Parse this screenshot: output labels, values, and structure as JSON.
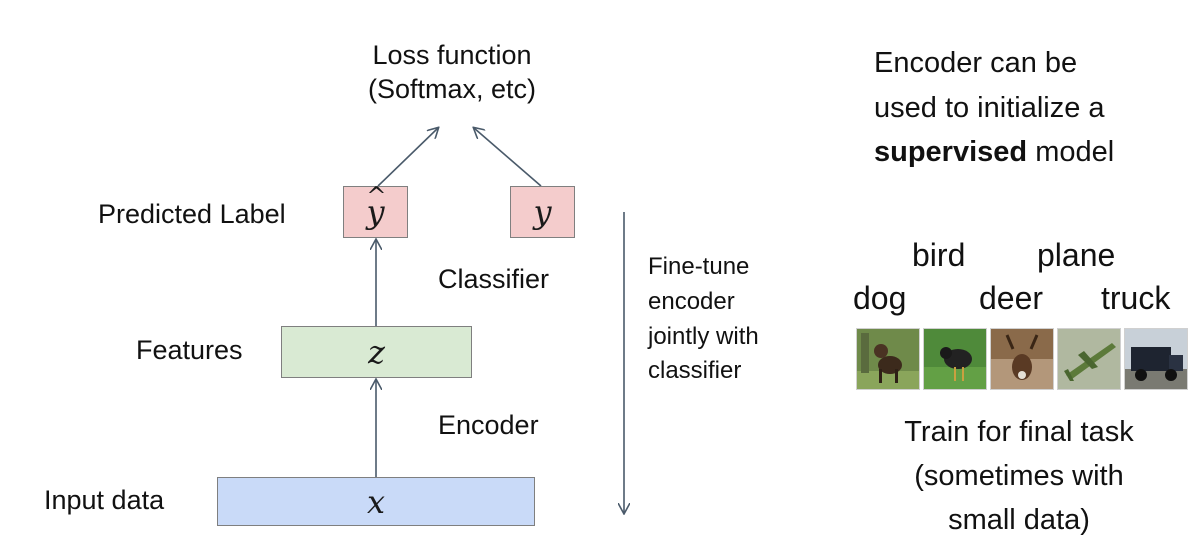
{
  "diagram": {
    "loss": {
      "line1": "Loss function",
      "line2": "(Softmax, etc)"
    },
    "predicted_label": "Predicted Label",
    "y_hat_symbol": "y",
    "y_hat_accent": "^",
    "y_true_symbol": "y",
    "classifier": "Classifier",
    "features": "Features",
    "z_symbol": "z",
    "encoder": "Encoder",
    "input_data": "Input data",
    "x_symbol": "x",
    "finetune": {
      "line1": "Fine-tune",
      "line2": "encoder",
      "line3": "jointly with",
      "line4": "classifier"
    }
  },
  "right_panel": {
    "note": {
      "line1": "Encoder can be",
      "line2": "used to initialize a",
      "line3_bold": "supervised",
      "line3_rest": " model"
    },
    "categories": {
      "bird": "bird",
      "plane": "plane",
      "dog": "dog",
      "deer": "deer",
      "truck": "truck"
    },
    "thumbnails": [
      "dog",
      "bird",
      "deer",
      "plane",
      "truck"
    ],
    "train": {
      "line1": "Train for final task",
      "line2": "(sometimes with",
      "line3": "small data)"
    }
  },
  "colors": {
    "label_box": "#f4cccc",
    "feature_box": "#d9ead3",
    "input_box": "#c9daf8",
    "arrow": "#4a5a6a"
  }
}
